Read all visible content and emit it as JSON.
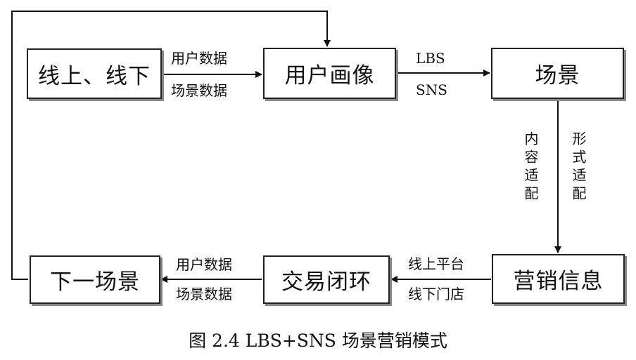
{
  "nodes": {
    "online_offline": "线上、线下",
    "user_portrait": "用户画像",
    "scene": "场景",
    "marketing_info": "营销信息",
    "transaction_loop": "交易闭环",
    "next_scene": "下一场景"
  },
  "edges": {
    "online_to_portrait": {
      "top": "用户数据",
      "bottom": "场景数据"
    },
    "portrait_to_scene": {
      "top": "LBS",
      "bottom": "SNS"
    },
    "scene_to_marketing": {
      "left": "内容适配",
      "right": "形式适配"
    },
    "marketing_to_transaction": {
      "top": "线上平台",
      "bottom": "线下门店"
    },
    "transaction_to_next": {
      "top": "用户数据",
      "bottom": "场景数据"
    }
  },
  "caption": "图 2.4 LBS+SNS 场景营销模式"
}
